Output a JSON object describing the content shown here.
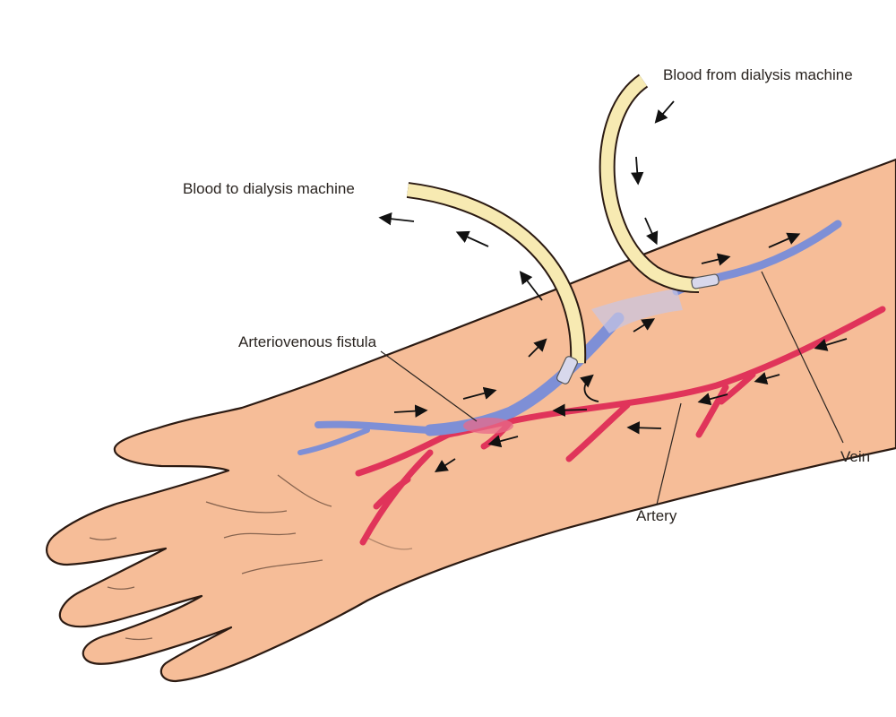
{
  "labels": {
    "to_machine": "Blood to dialysis machine",
    "from_machine": "Blood from dialysis machine",
    "fistula": "Arteriovenous fistula",
    "vein": "Vein",
    "artery": "Artery"
  },
  "colors": {
    "skin": "#f6bd98",
    "skin_outline": "#2b1a12",
    "vein": "#7e8fd6",
    "artery": "#e0345a",
    "tube": "#f7eab2",
    "arrow": "#111111",
    "text": "#2a2420"
  }
}
